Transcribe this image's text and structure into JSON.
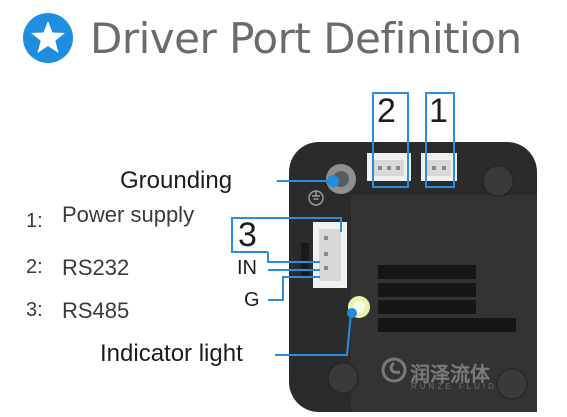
{
  "header": {
    "title": "Driver Port Definition",
    "icon": "star-circle-icon",
    "accent_color": "#1f8ee0"
  },
  "labels": {
    "grounding": "Grounding",
    "indicator": "Indicator light",
    "in": "IN",
    "g": "G"
  },
  "ports": [
    {
      "number": "1"
    },
    {
      "number": "2"
    },
    {
      "number": "3"
    }
  ],
  "definitions": [
    {
      "index": "1:",
      "text": "Power supply"
    },
    {
      "index": "2:",
      "text": "RS232"
    },
    {
      "index": "3:",
      "text": "RS485"
    }
  ],
  "brand": {
    "name": "润泽流体",
    "subtitle": "RUNZE FLUID"
  },
  "colors": {
    "board": "#2b2b2b",
    "callout_line": "#2b8de0",
    "indicator_led": "#e6f2b0"
  }
}
